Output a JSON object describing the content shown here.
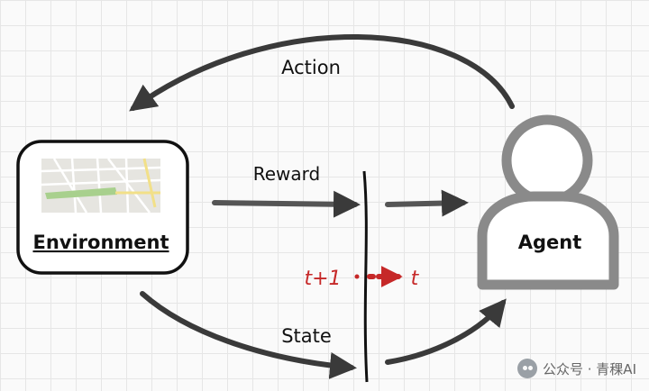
{
  "labels": {
    "action": "Action",
    "reward": "Reward",
    "state": "State",
    "environment": "Environment",
    "agent": "Agent",
    "time_prev": "t+1",
    "time_next": "t"
  },
  "watermark": {
    "text": "公众号 · 青稞AI",
    "icon": "wechat-icon"
  },
  "colors": {
    "arrow": "#3a3a3a",
    "agent": "#8a8a8a",
    "time_marker": "#c62828",
    "divider": "#111111"
  }
}
